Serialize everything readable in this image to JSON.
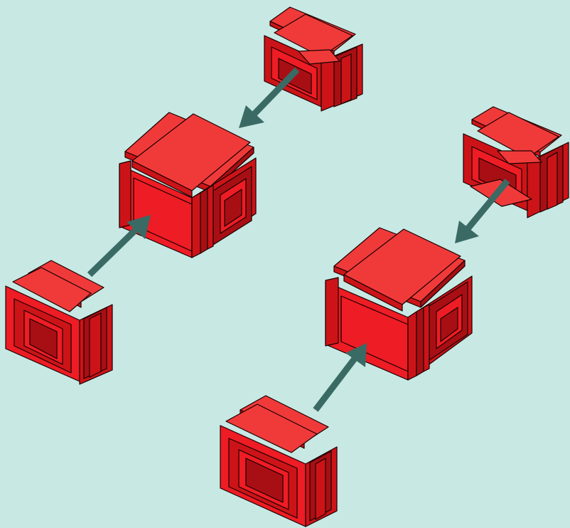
{
  "colors": {
    "background": "#c8e8e4",
    "block_front": "#ee1c24",
    "block_top": "#f03a3a",
    "block_side": "#cc1418",
    "block_dark": "#a80f14",
    "outline": "#1a0000",
    "arrow": "#3a6a64"
  },
  "icons": {
    "block": "interlocking-block-icon",
    "arrow": "assembly-arrow-icon"
  },
  "diagram": {
    "groups": [
      {
        "name": "left-assembly",
        "assembled_block": "left-assembled-block",
        "parts": [
          "left-top-part",
          "left-bottom-part"
        ],
        "arrows": [
          "left-top-arrow",
          "left-bottom-arrow"
        ]
      },
      {
        "name": "right-assembly",
        "assembled_block": "right-assembled-block",
        "parts": [
          "right-top-part",
          "right-bottom-part"
        ],
        "arrows": [
          "right-top-arrow",
          "right-bottom-arrow"
        ]
      }
    ]
  }
}
